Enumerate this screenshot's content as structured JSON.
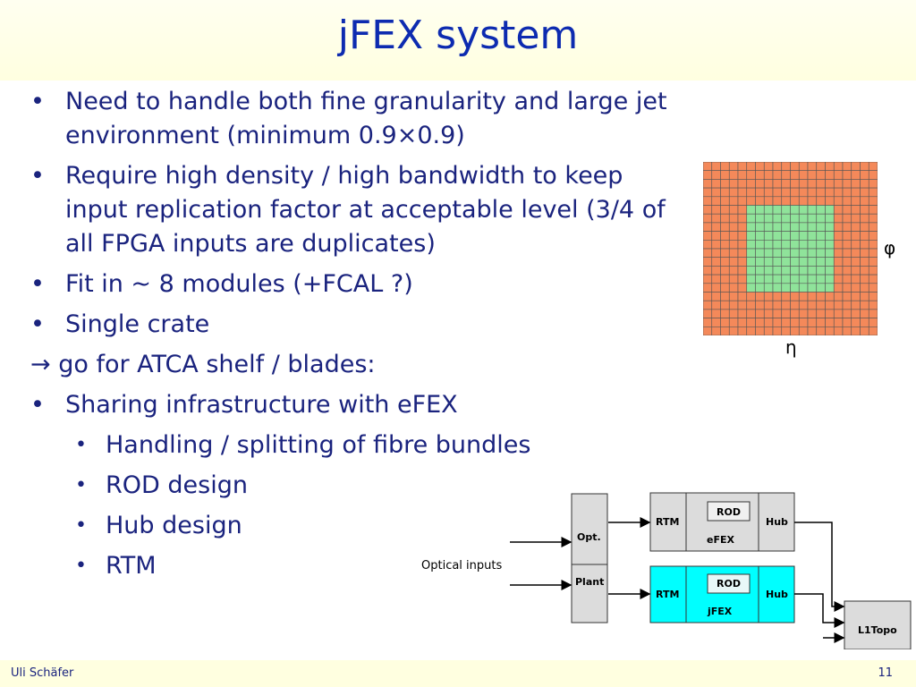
{
  "title": "jFEX system",
  "bullets": [
    {
      "marker": "•",
      "text": "Need to handle both fine granularity and large jet environment (minimum 0.9×0.9)"
    },
    {
      "marker": "•",
      "text": "Require high density / high bandwidth to keep input replication factor at acceptable level (3/4 of all FPGA inputs are duplicates)"
    },
    {
      "marker": "•",
      "text": "Fit in ~ 8 modules (+FCAL ?)"
    },
    {
      "marker": "•",
      "text": "Single crate"
    },
    {
      "marker": "",
      "text": "→ go for ATCA shelf / blades:"
    },
    {
      "marker": "•",
      "text": "Sharing infrastructure with eFEX"
    }
  ],
  "sub_bullets": [
    {
      "marker": "•",
      "text": "Handling / splitting of fibre bundles"
    },
    {
      "marker": "•",
      "text": "ROD design"
    },
    {
      "marker": "•",
      "text": "Hub design"
    },
    {
      "marker": "•",
      "text": "RTM"
    }
  ],
  "grid": {
    "phi_label": "φ",
    "eta_label": "η",
    "outer_color": "#f4895a",
    "inner_color": "#8fe39a"
  },
  "diagram": {
    "opt_label": "Opt.",
    "plant_label": "Plant",
    "optical_inputs": "Optical inputs",
    "efex": {
      "rtm": "RTM",
      "rod": "ROD",
      "hub": "Hub",
      "name": "eFEX"
    },
    "jfex": {
      "rtm": "RTM",
      "rod": "ROD",
      "hub": "Hub",
      "name": "jFEX"
    },
    "l1topo": "L1Topo",
    "jfex_color": "#00ffff",
    "box_color": "#dcdcdc"
  },
  "footer": {
    "author": "Uli Schäfer",
    "page": "11"
  }
}
